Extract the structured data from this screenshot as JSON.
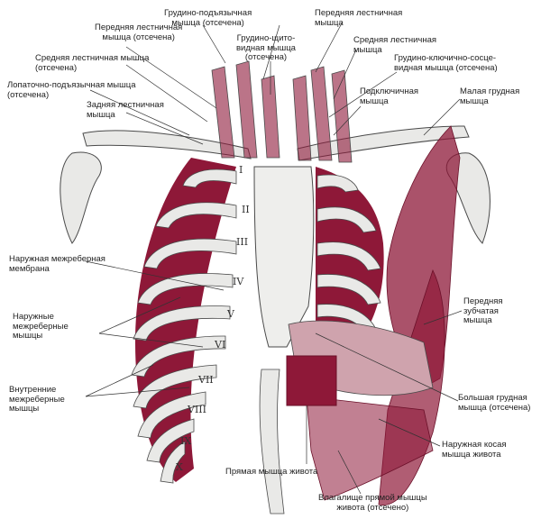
{
  "colors": {
    "muscle": "#8e1838",
    "muscle_dark": "#6a0f28",
    "bone": "#e9e9e7",
    "bone_shade": "#bdbdb8",
    "outline": "#4a4a4a",
    "leader": "#333333"
  },
  "labels": {
    "sternohyoid": "Грудино-подъязычная\nмышца (отсечена)",
    "anterior_scalene_top": "Передняя лестничная\nмышца",
    "anterior_scalene_cut": "Передняя лестничная\nмышца (отсечена)",
    "middle_scalene": "Средняя лестничная\nмышца",
    "sternothyroid": "Грудино-щито-\nвидная мышца\n(отсечена)",
    "middle_scalene_cut": "Средняя лестничная мышца\n(отсечена)",
    "sternocleidomastoid": "Грудино-ключично-сосце-\nвидная мышца (отсечена)",
    "omohyoid": "Лопаточно-подъязычная мышца\n(отсечена)",
    "subclavius": "Подключичная\nмышца",
    "pectoralis_minor": "Малая грудная\nмышца",
    "posterior_scalene": "Задняя лестничная\nмышца",
    "external_intercostal_membrane": "Наружная межреберная\nмембрана",
    "external_intercostal": "Наружные\nмежреберные\nмышцы",
    "serratus_anterior": "Передняя\nзубчатая\nмышца",
    "internal_intercostal": "Внутренние\nмежреберные\nмышцы",
    "pectoralis_major": "Большая грудная\nмышца (отсечена)",
    "external_oblique": "Наружная косая\nмышца живота",
    "rectus_abdominis": "Прямая мышца живота",
    "rectus_sheath": "Влагалище прямой мышцы\nживота (отсечено)"
  },
  "rib_numerals": [
    "I",
    "II",
    "III",
    "IV",
    "V",
    "VI",
    "VII",
    "VIII",
    "IX",
    "X"
  ]
}
